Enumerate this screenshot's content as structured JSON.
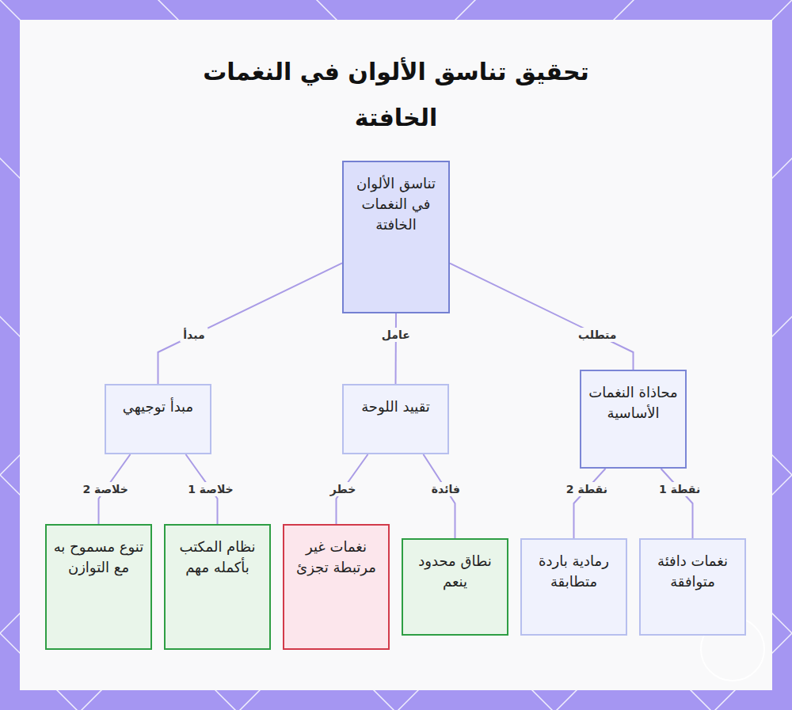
{
  "diagram": {
    "title": "تحقيق تناسق الألوان في النغمات الخافتة",
    "nodes": [
      {
        "text": [
          "تناسق الألوان في النغمات الخافتة"
        ]
      },
      {
        "text": [
          "محاذاة النغمات الأساسية"
        ]
      },
      {
        "text": [
          "تقييد اللوحة"
        ]
      },
      {
        "text": [
          "مبدأ توجيهي"
        ]
      },
      {
        "text": [
          "نغمات دافئة متوافقة"
        ]
      },
      {
        "text": [
          "رمادية باردة متطابقة"
        ]
      },
      {
        "text": [
          "نطاق محدود ينعم"
        ]
      },
      {
        "text": [
          "نغمات غير مرتبطة تجزئ"
        ]
      },
      {
        "text": [
          "نظام المكتب بأكمله مهم"
        ]
      },
      {
        "text": [
          "تنوع مسموح به مع التوازن"
        ]
      }
    ],
    "edges": [
      {
        "from": 0,
        "to": 1,
        "arrow": "none",
        "label": "متطلب"
      },
      {
        "from": 0,
        "to": 2,
        "arrow": "none",
        "label": "عامل"
      },
      {
        "from": 0,
        "to": 3,
        "arrow": "none",
        "label": "مبدأ"
      },
      {
        "from": 1,
        "to": 4,
        "arrow": "none",
        "label": "نقطة 1"
      },
      {
        "from": 1,
        "to": 5,
        "arrow": "none",
        "label": "نقطة 2"
      },
      {
        "from": 2,
        "to": 6,
        "arrow": "none",
        "label": "فائدة"
      },
      {
        "from": 2,
        "to": 7,
        "arrow": "none",
        "label": "خطر"
      },
      {
        "from": 3,
        "to": 8,
        "arrow": "none",
        "label": "خلاصة 1"
      },
      {
        "from": 3,
        "to": 9,
        "arrow": "none",
        "label": "خلاصة 2"
      }
    ]
  }
}
